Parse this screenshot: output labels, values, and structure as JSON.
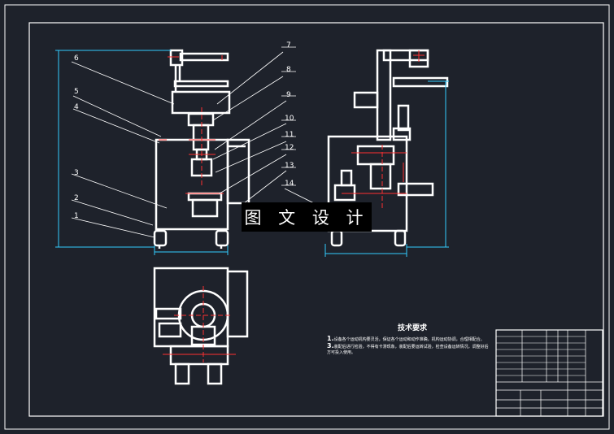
{
  "watermark": "图 文 设 计",
  "callouts": [
    "1",
    "2",
    "3",
    "4",
    "5",
    "6",
    "7",
    "8",
    "9",
    "10",
    "11",
    "12",
    "13",
    "14"
  ],
  "notes": {
    "title": "技术要求",
    "items": [
      {
        "num": "1.",
        "text": "设备各个运动机构要灵活，保证各个运动和动作准确，机构运动协调，合理相配合。"
      },
      {
        "num": "3.",
        "text": "装配后进行检验，不得有卡滞现象，装配后要运转试验，检查设备运转情况，调整好后方可投入使用。"
      }
    ]
  },
  "colors": {
    "background": "#1e222b",
    "lines": "#ffffff",
    "centerlines": "#ff3030",
    "dimensions": "#33ccff"
  }
}
